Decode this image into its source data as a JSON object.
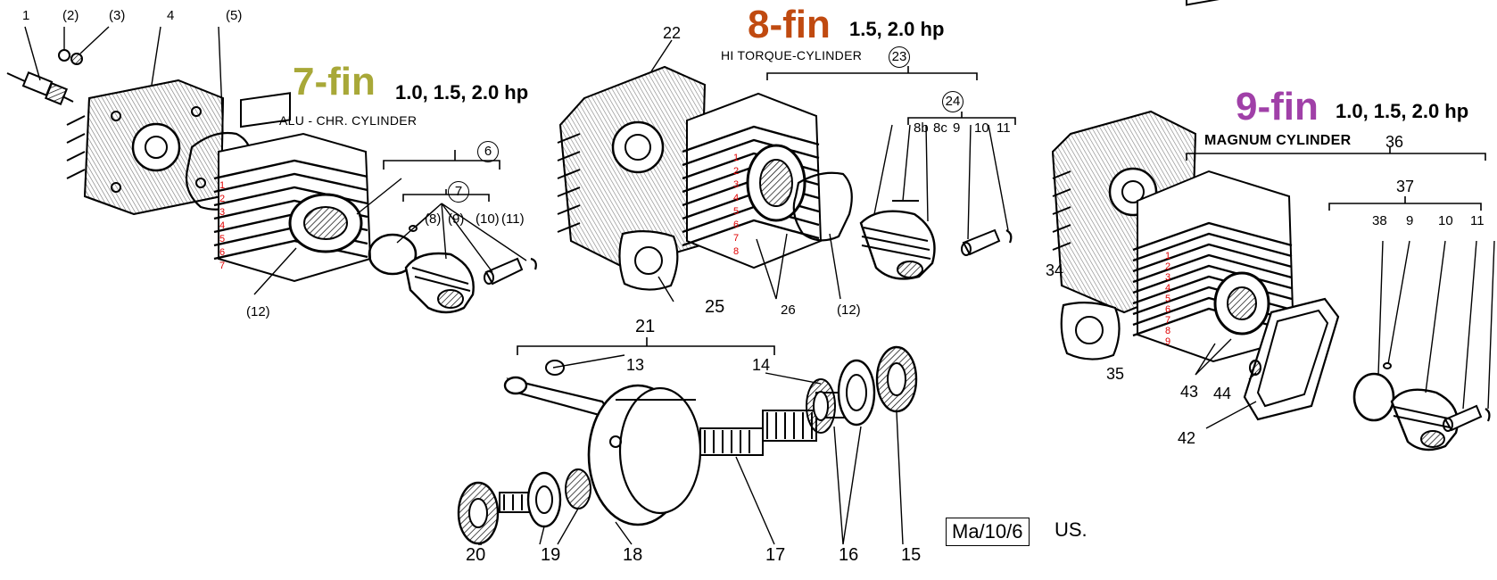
{
  "sections": {
    "seven_fin": {
      "title": "7-fin",
      "hp": "1.0, 1.5, 2.0 hp",
      "name": "ALU - CHR. CYLINDER",
      "color": "#a8a838",
      "fin_numbers": [
        "1",
        "2",
        "3",
        "4",
        "5",
        "6",
        "7"
      ]
    },
    "eight_fin": {
      "title": "8-fin",
      "hp": "1.5, 2.0 hp",
      "name": "HI TORQUE-CYLINDER",
      "color": "#c04a10",
      "fin_numbers": [
        "1",
        "2",
        "3",
        "4",
        "5",
        "6",
        "7",
        "8"
      ]
    },
    "nine_fin": {
      "title": "9-fin",
      "hp": "1.0, 1.5, 2.0 hp",
      "name": "MAGNUM CYLINDER",
      "color": "#a040a8",
      "fin_numbers": [
        "1",
        "2",
        "3",
        "4",
        "5",
        "6",
        "7",
        "8",
        "9"
      ]
    }
  },
  "part_labels": {
    "p1": "1",
    "p2": "(2)",
    "p3": "(3)",
    "p4": "4",
    "p5": "(5)",
    "p6": "6",
    "p7": "7",
    "p8p": "(8)",
    "p9p": "(9)",
    "p10p": "(10)",
    "p11p": "(11)",
    "p12a": "(12)",
    "p22": "22",
    "p23": "23",
    "p24": "24",
    "p8b": "8b",
    "p8c": "8c",
    "p9a": "9",
    "p10a": "10",
    "p11a": "11",
    "p25": "25",
    "p26": "26",
    "p12b": "(12)",
    "p21": "21",
    "p13": "13",
    "p14": "14",
    "p15": "15",
    "p16": "16",
    "p17": "17",
    "p18": "18",
    "p19": "19",
    "p20": "20",
    "p34": "34",
    "p35": "35",
    "p36": "36",
    "p37": "37",
    "p38": "38",
    "p9b": "9",
    "p10b": "10",
    "p11b": "11",
    "p42": "42",
    "p43": "43",
    "p44": "44"
  },
  "stamp": {
    "code": "Ma/10/6",
    "suffix": "US."
  }
}
